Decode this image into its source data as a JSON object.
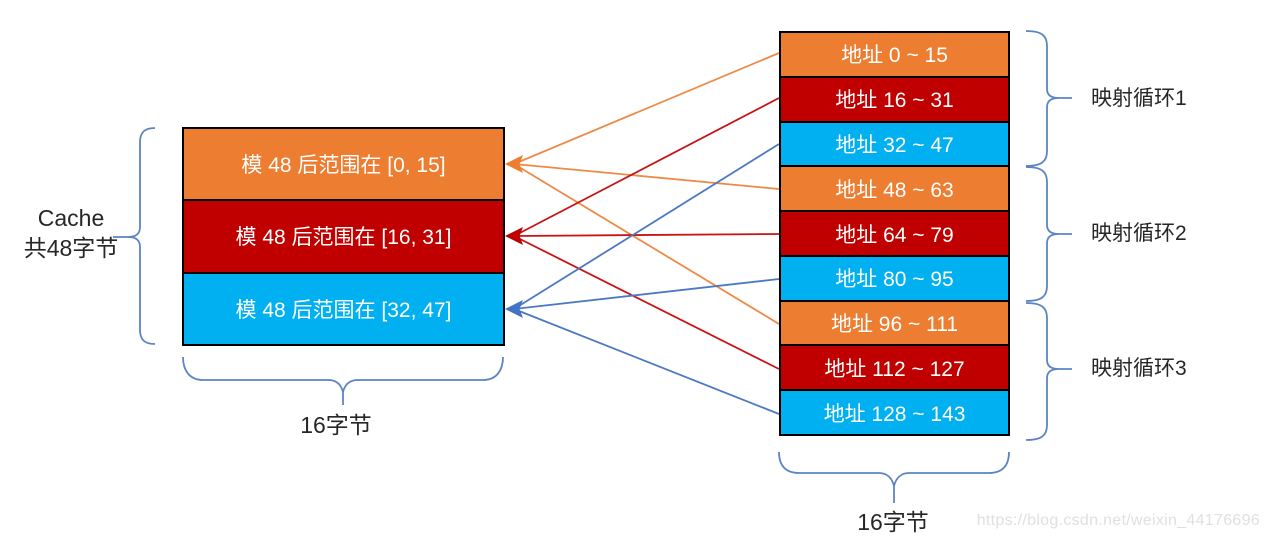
{
  "palette": {
    "orange": "#ED7D31",
    "red": "#C00000",
    "blue": "#00B0F0",
    "orange_line": "#EE8A47",
    "red_line": "#C81414",
    "blue_line": "#4C79C4",
    "blue_arrow": "#4472C4",
    "brace_blue": "#5B84C4",
    "text_dark": "#262626",
    "watermark_gray": "#E0E0E0"
  },
  "cache": {
    "title_line1": "Cache",
    "title_line2": "共48字节",
    "rows": [
      {
        "label": "模 48 后范围在 [0, 15]",
        "color": "orange"
      },
      {
        "label": "模 48 后范围在 [16, 31]",
        "color": "red"
      },
      {
        "label": "模 48 后范围在 [32, 47]",
        "color": "blue"
      }
    ],
    "width_label": "16字节"
  },
  "memory": {
    "rows": [
      {
        "label": "地址 0 ~ 15",
        "color": "orange"
      },
      {
        "label": "地址 16 ~ 31",
        "color": "red"
      },
      {
        "label": "地址 32 ~ 47",
        "color": "blue"
      },
      {
        "label": "地址 48 ~ 63",
        "color": "orange"
      },
      {
        "label": "地址 64 ~ 79",
        "color": "red"
      },
      {
        "label": "地址 80 ~ 95",
        "color": "blue"
      },
      {
        "label": "地址 96 ~ 111",
        "color": "orange"
      },
      {
        "label": "地址 112 ~ 127",
        "color": "red"
      },
      {
        "label": "地址 128 ~ 143",
        "color": "blue"
      }
    ],
    "width_label": "16字节",
    "cycle_labels": [
      "映射循环1",
      "映射循环2",
      "映射循环3"
    ]
  },
  "watermark": "https://blog.csdn.net/weixin_44176696"
}
